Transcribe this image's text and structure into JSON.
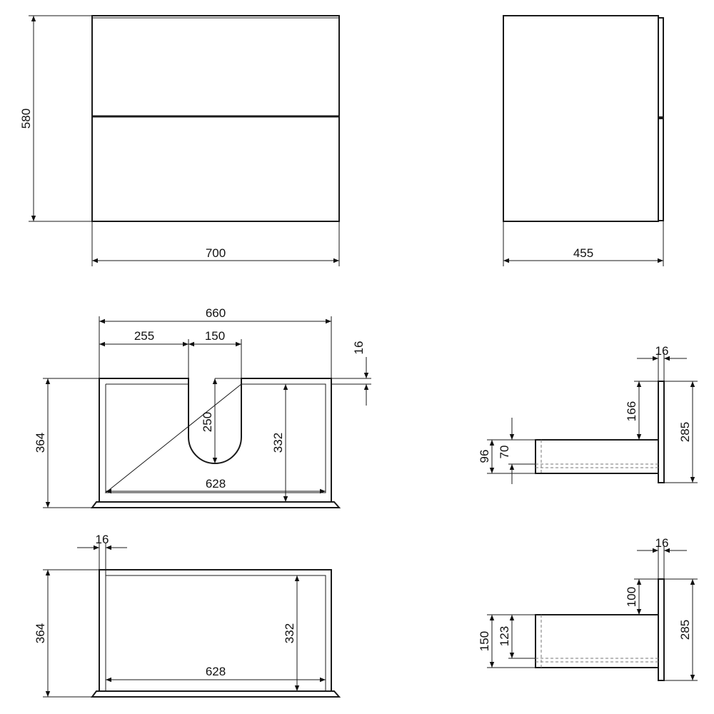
{
  "front_view": {
    "height": "580",
    "width": "700"
  },
  "side_view": {
    "depth": "455"
  },
  "drawer_top": {
    "outer_width": "660",
    "cutout_offset": "255",
    "cutout_width": "150",
    "panel_thickness": "16",
    "cutout_depth": "250",
    "inner_height": "332",
    "outer_height": "364",
    "inner_width": "628"
  },
  "drawer_bottom": {
    "panel_thickness": "16",
    "outer_height": "364",
    "inner_height": "332",
    "inner_width": "628"
  },
  "section_top": {
    "panel_thickness": "16",
    "upper_gap": "166",
    "panel_height": "285",
    "front_height": "96",
    "rail_height": "70"
  },
  "section_bottom": {
    "panel_thickness": "16",
    "upper_gap": "100",
    "panel_height": "285",
    "front_height": "150",
    "rail_height": "123"
  }
}
